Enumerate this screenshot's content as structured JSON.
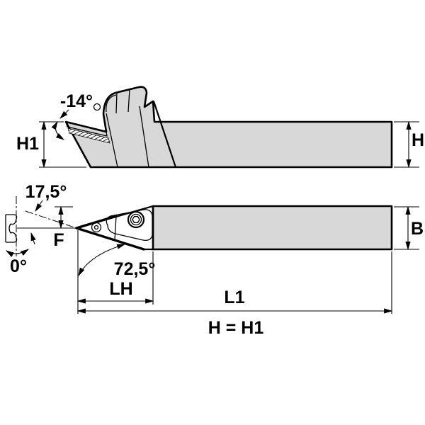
{
  "drawing": {
    "type": "engineering-drawing",
    "description": "Turning tool holder shown in side view (top) and plan view (bottom) with dimensions",
    "colors": {
      "background": "#ffffff",
      "body_fill": "#d8d8d8",
      "insert_fill": "#ffffff",
      "line": "#000000"
    },
    "side_view": {
      "rake_angle_label": "-14°",
      "head_height_label": "H1",
      "shank_height_label": "H"
    },
    "plan_view": {
      "lead_angle_label": "17,5°",
      "inclination_angle_label": "0°",
      "point_angle_label": "72,5°",
      "offset_label": "F",
      "shank_width_label": "B",
      "head_length_label": "LH",
      "overall_length_label": "L1"
    },
    "note": "H = H1"
  }
}
